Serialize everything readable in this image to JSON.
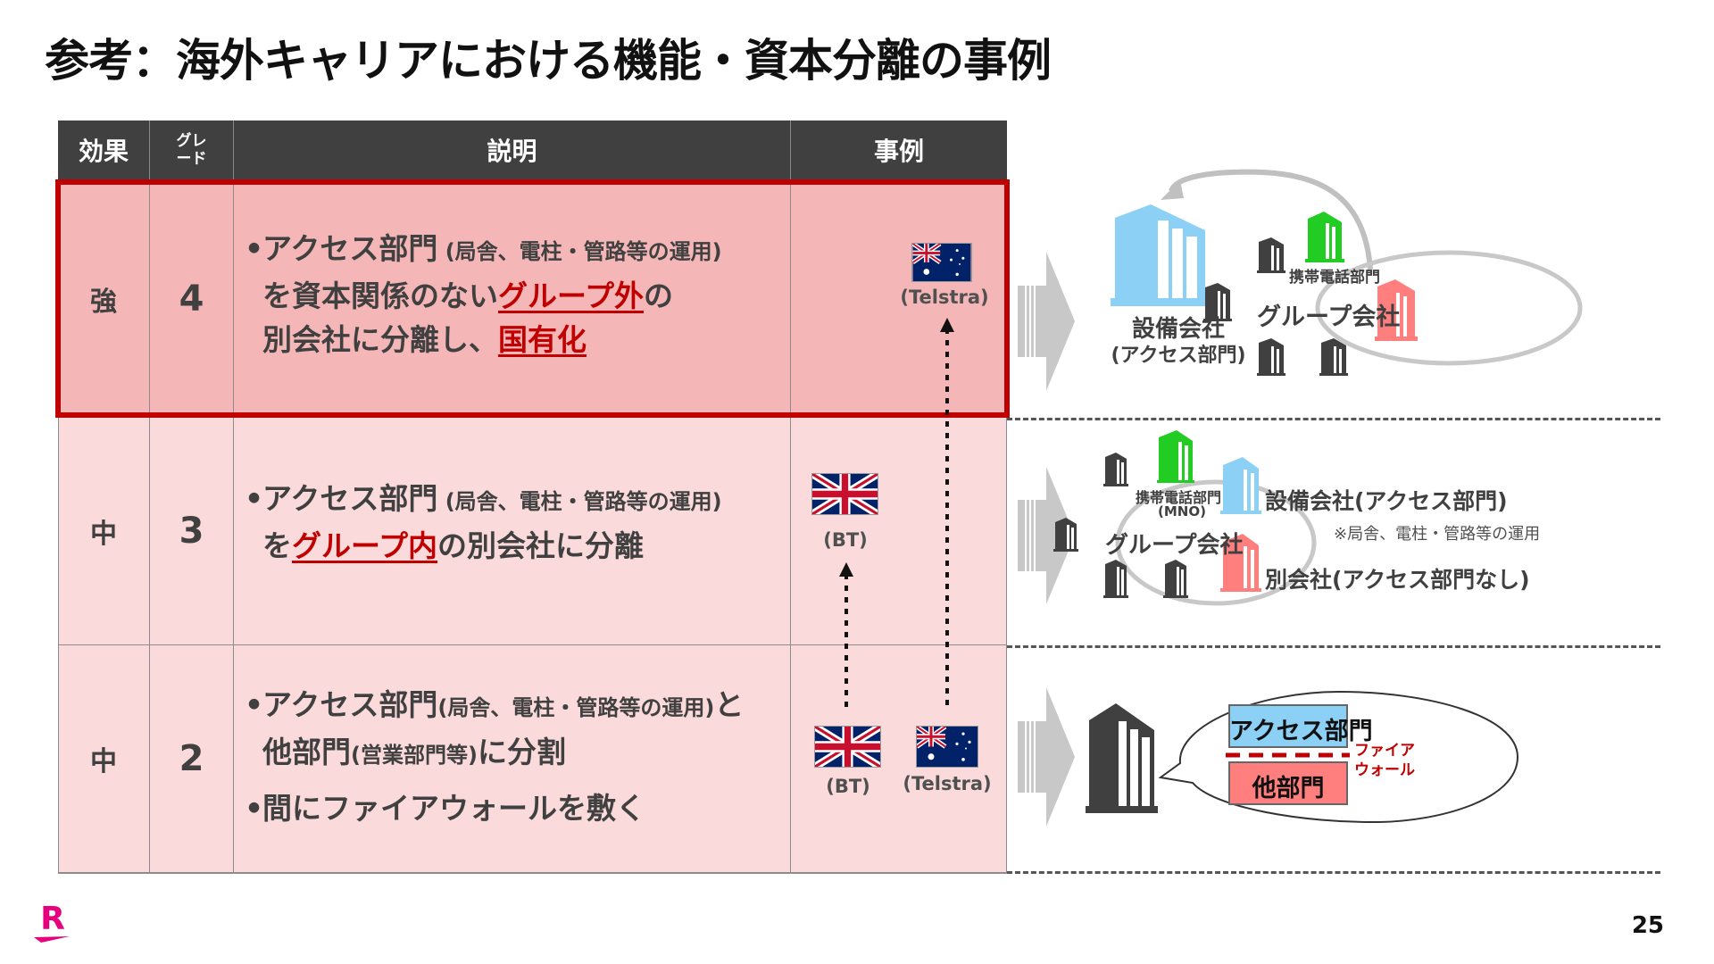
{
  "title": "参考：海外キャリアにおける機能・資本分離の事例",
  "table": {
    "headers": {
      "effect": "効果",
      "grade_line1": "グレ",
      "grade_line2": "ード",
      "description": "説明",
      "example": "事例"
    },
    "rows": [
      {
        "effect": "強",
        "grade": "4",
        "highlighted": true,
        "description": {
          "line1_main": "アクセス部門",
          "line1_note": " (局舎、電柱・管路等の運用)",
          "line2_pre": "を資本関係のない",
          "line2_red": "グループ外",
          "line2_post": "の",
          "line3_pre": "別会社に分離し、",
          "line3_red": "国有化"
        },
        "examples": [
          {
            "flag": "australia-flag",
            "label": "(Telstra)"
          }
        ]
      },
      {
        "effect": "中",
        "grade": "3",
        "highlighted": false,
        "description": {
          "line1_main": "アクセス部門",
          "line1_note": " (局舎、電柱・管路等の運用)",
          "line2_pre": "を",
          "line2_red": "グループ内",
          "line2_post": "の別会社に分離"
        },
        "examples": [
          {
            "flag": "uk-flag",
            "label": "(BT)"
          }
        ]
      },
      {
        "effect": "中",
        "grade": "2",
        "highlighted": false,
        "description": {
          "line1_main": "アクセス部門",
          "line1_note": "(局舎、電柱・管路等の運用)",
          "line1_post": "と",
          "line2_main": "他部門",
          "line2_note": "(営業部門等)",
          "line2_post": "に分割",
          "bullet2": "間にファイアウォールを敷く"
        },
        "examples": [
          {
            "flag": "uk-flag",
            "label": "(BT)"
          },
          {
            "flag": "australia-flag",
            "label": "(Telstra)"
          }
        ]
      }
    ]
  },
  "diagrams": {
    "grade4": {
      "facility_company": "設備会社",
      "facility_sub": "(アクセス部門)",
      "mobile_dept": "携帯電話部門",
      "group_company": "グループ会社"
    },
    "grade3": {
      "mobile_dept": "携帯電話部門",
      "mobile_sub": "(MNO)",
      "group_company": "グループ会社",
      "facility_company": "設備会社(アクセス部門)",
      "facility_note": "※局舎、電柱・管路等の運用",
      "other_company": "別会社(アクセス部門なし)"
    },
    "grade2": {
      "access_dept": "アクセス部門",
      "other_dept": "他部門",
      "firewall_line1": "ファイア",
      "firewall_line2": "ウォール"
    }
  },
  "colors": {
    "highlight_border": "#c00000",
    "row_highlight_bg": "#f4b6b6",
    "row_bg": "#fadadb",
    "header_bg": "#404040",
    "facility_blue": "#8dd0f5",
    "mobile_green": "#22cc22",
    "other_red": "#ff7f7f",
    "building_dark": "#404040",
    "brand": "#e6007e"
  },
  "footer": {
    "logo": "R",
    "page_number": "25"
  }
}
